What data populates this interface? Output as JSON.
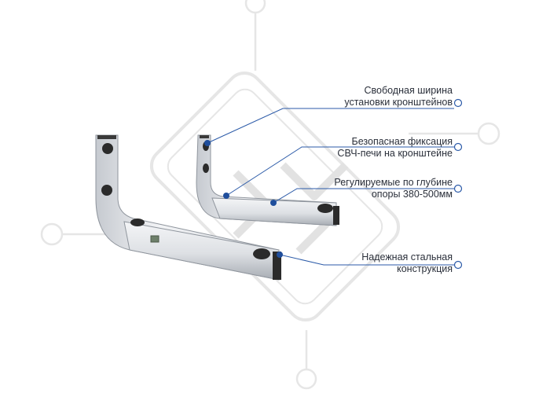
{
  "callouts": [
    {
      "id": "width",
      "lines": [
        "Свободная ширина",
        "установки кронштейнов"
      ]
    },
    {
      "id": "fixation",
      "lines": [
        "Безопасная фиксация",
        "СВЧ-печи на кронштейне"
      ]
    },
    {
      "id": "depth",
      "lines": [
        "Регулируемые по глубине",
        "опоры 380-500мм"
      ]
    },
    {
      "id": "steel",
      "lines": [
        "Надежная стальная",
        "конструкция"
      ]
    }
  ],
  "colors": {
    "accent_dot": "#1f4e9c",
    "leader_line": "#2b5aa8",
    "steel_light": "#e9ebee",
    "steel_mid": "#c9cdd3",
    "steel_dark": "#9aa0a8",
    "pad": "#2b2b2b",
    "watermark": "#e4e4e4"
  },
  "icons": {
    "watermark": "kns-logo-watermark"
  }
}
